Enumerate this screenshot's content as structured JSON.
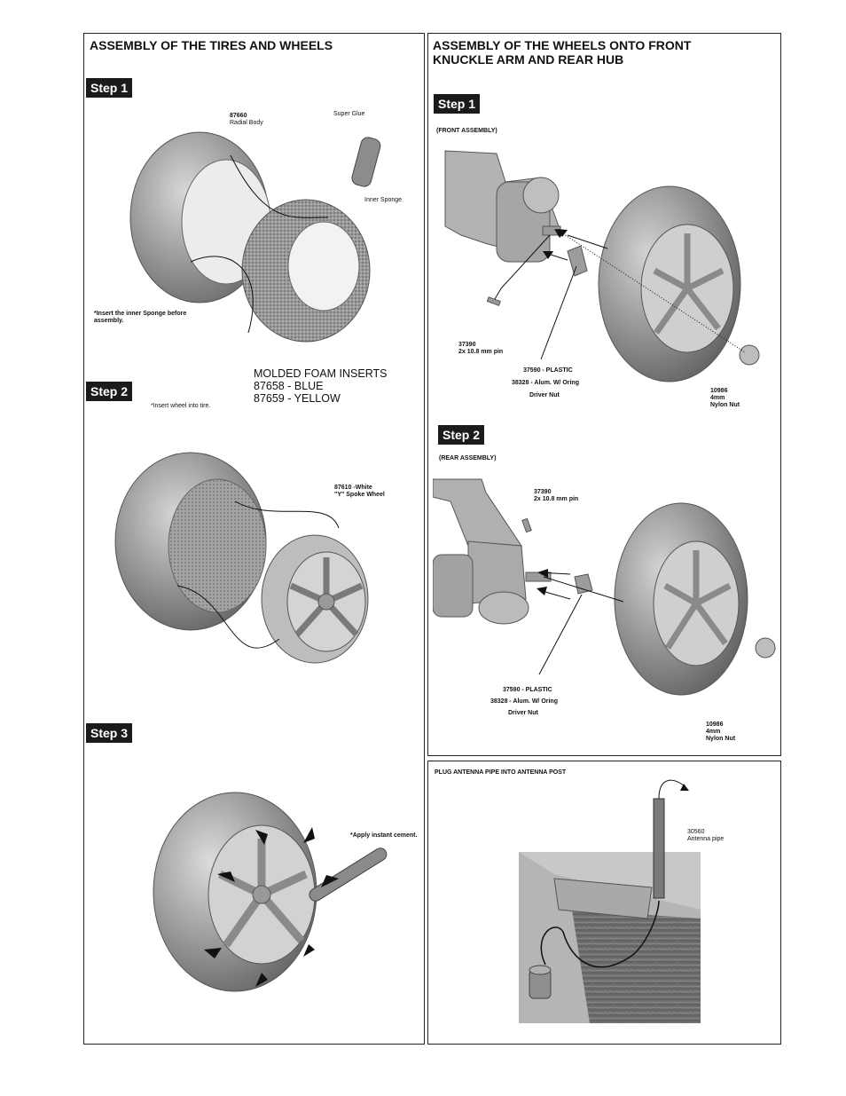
{
  "left_panel": {
    "title": "ASSEMBLY OF THE TIRES AND WHEELS",
    "step1": {
      "label": "Step 1",
      "part_radial_number": "87660",
      "part_radial_name": "Radial Body",
      "super_glue": "Super Glue",
      "inner_sponge": "Inner Sponge",
      "note": "*Insert the inner Sponge before assembly."
    },
    "foam_inserts": {
      "line1": "MOLDED FOAM INSERTS",
      "line2": "87658 - BLUE",
      "line3": "87659 - YELLOW"
    },
    "step2": {
      "label": "Step 2",
      "note": "*Insert wheel into tire.",
      "wheel_line1": "87610 -White",
      "wheel_line2": "\"Y\" Spoke Wheel"
    },
    "step3": {
      "label": "Step 3",
      "note": "*Apply instant cement."
    }
  },
  "right_panel": {
    "title_line1": "ASSEMBLY OF THE WHEELS ONTO FRONT",
    "title_line2": "KNUCKLE ARM AND REAR HUB",
    "step1": {
      "label": "Step 1",
      "subtitle": "(FRONT ASSEMBLY)",
      "pin_line1": "37390",
      "pin_line2": "2x 10.8 mm pin",
      "nut_line1": "37590 - PLASTIC",
      "nut_line2": "38328 - Alum. W/ Oring",
      "nut_line3": "Driver Nut",
      "nylon_line1": "10986",
      "nylon_line2": "4mm",
      "nylon_line3": "Nylon Nut"
    },
    "step2": {
      "label": "Step 2",
      "subtitle": "(REAR  ASSEMBLY)",
      "pin_line1": "37390",
      "pin_line2": "2x 10.8 mm pin",
      "nut_line1": "37590 - PLASTIC",
      "nut_line2": "38328 - Alum. W/ Oring",
      "nut_line3": "Driver Nut",
      "nylon_line1": "10986",
      "nylon_line2": "4mm",
      "nylon_line3": "Nylon Nut"
    }
  },
  "antenna_panel": {
    "title": "PLUG ANTENNA PIPE INTO ANTENNA POST",
    "part_number": "30560",
    "part_name": "Antenna pipe"
  }
}
